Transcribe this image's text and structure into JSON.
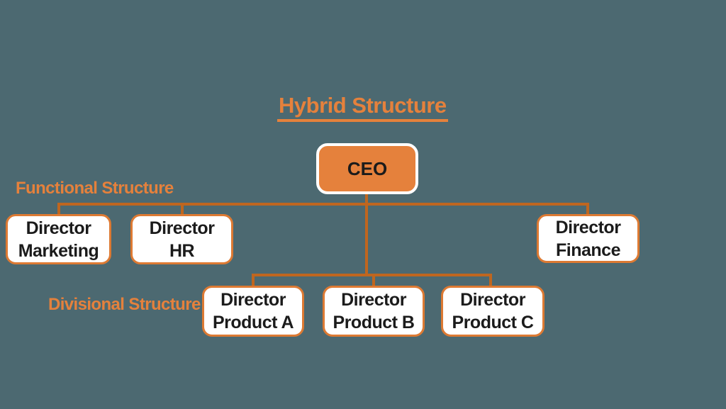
{
  "colors": {
    "background": "#4c6971",
    "accent_orange": "#e5813c",
    "box_border_orange": "#dd7a33",
    "line_orange": "#bf661f",
    "box_fill_white": "#ffffff",
    "text_black": "#1b1b1b"
  },
  "title": "Hybrid Structure",
  "section_labels": {
    "functional": "Functional Structure",
    "divisional": "Divisional Structure"
  },
  "nodes": {
    "ceo": {
      "label": "CEO"
    },
    "marketing": {
      "line1": "Director",
      "line2": "Marketing"
    },
    "hr": {
      "line1": "Director",
      "line2": "HR"
    },
    "finance": {
      "line1": "Director",
      "line2": "Finance"
    },
    "product_a": {
      "line1": "Director",
      "line2": "Product A"
    },
    "product_b": {
      "line1": "Director",
      "line2": "Product B"
    },
    "product_c": {
      "line1": "Director",
      "line2": "Product C"
    }
  }
}
